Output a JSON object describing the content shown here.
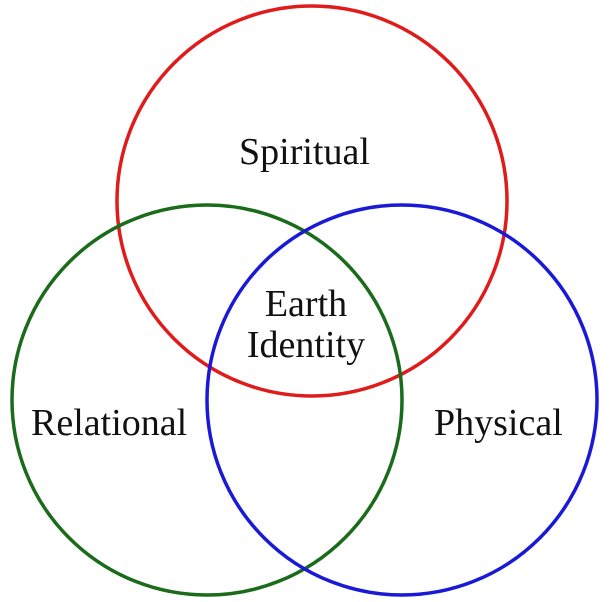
{
  "diagram": {
    "circles": [
      {
        "id": "spiritual",
        "label": "Spiritual",
        "color": "#e01b1b"
      },
      {
        "id": "relational",
        "label": "Relational",
        "color": "#1a6b1a"
      },
      {
        "id": "physical",
        "label": "Physical",
        "color": "#1a1ad6"
      }
    ],
    "center": {
      "line1": "Earth",
      "line2": "Identity"
    }
  }
}
